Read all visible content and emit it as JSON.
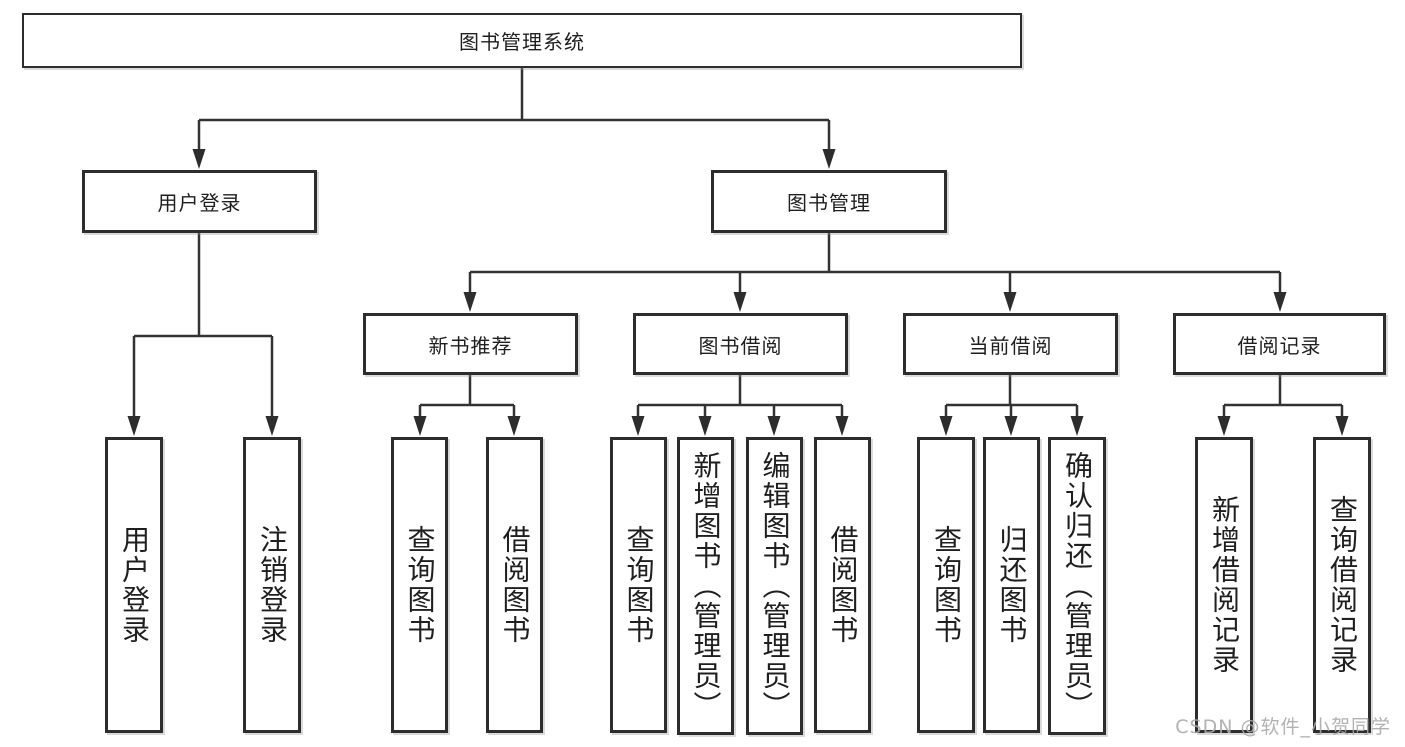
{
  "diagram": {
    "root": {
      "label": "图书管理系统"
    },
    "level2": {
      "user_login": {
        "label": "用户登录"
      },
      "book_mgmt": {
        "label": "图书管理"
      }
    },
    "level3": {
      "new_books": {
        "label": "新书推荐"
      },
      "book_borrow": {
        "label": "图书借阅"
      },
      "current_borrow": {
        "label": "当前借阅"
      },
      "borrow_records": {
        "label": "借阅记录"
      }
    },
    "leaves": {
      "login": [
        "用户登录",
        "注销登录"
      ],
      "newbook": [
        "查询图书",
        "借阅图书"
      ],
      "borrow": [
        "查询图书",
        "新增图书（管理员）",
        "编辑图书（管理员）",
        "借阅图书"
      ],
      "current": [
        "查询图书",
        "归还图书",
        "确认归还（管理员）"
      ],
      "records": [
        "新增借阅记录",
        "查询借阅记录"
      ]
    }
  },
  "watermark": "CSDN @软件_小贺同学",
  "colors": {
    "line": "#333333",
    "box_border": "#2d2d2d",
    "text": "#1f1f1f",
    "watermark": "#aaaaaa",
    "background": "#ffffff"
  }
}
